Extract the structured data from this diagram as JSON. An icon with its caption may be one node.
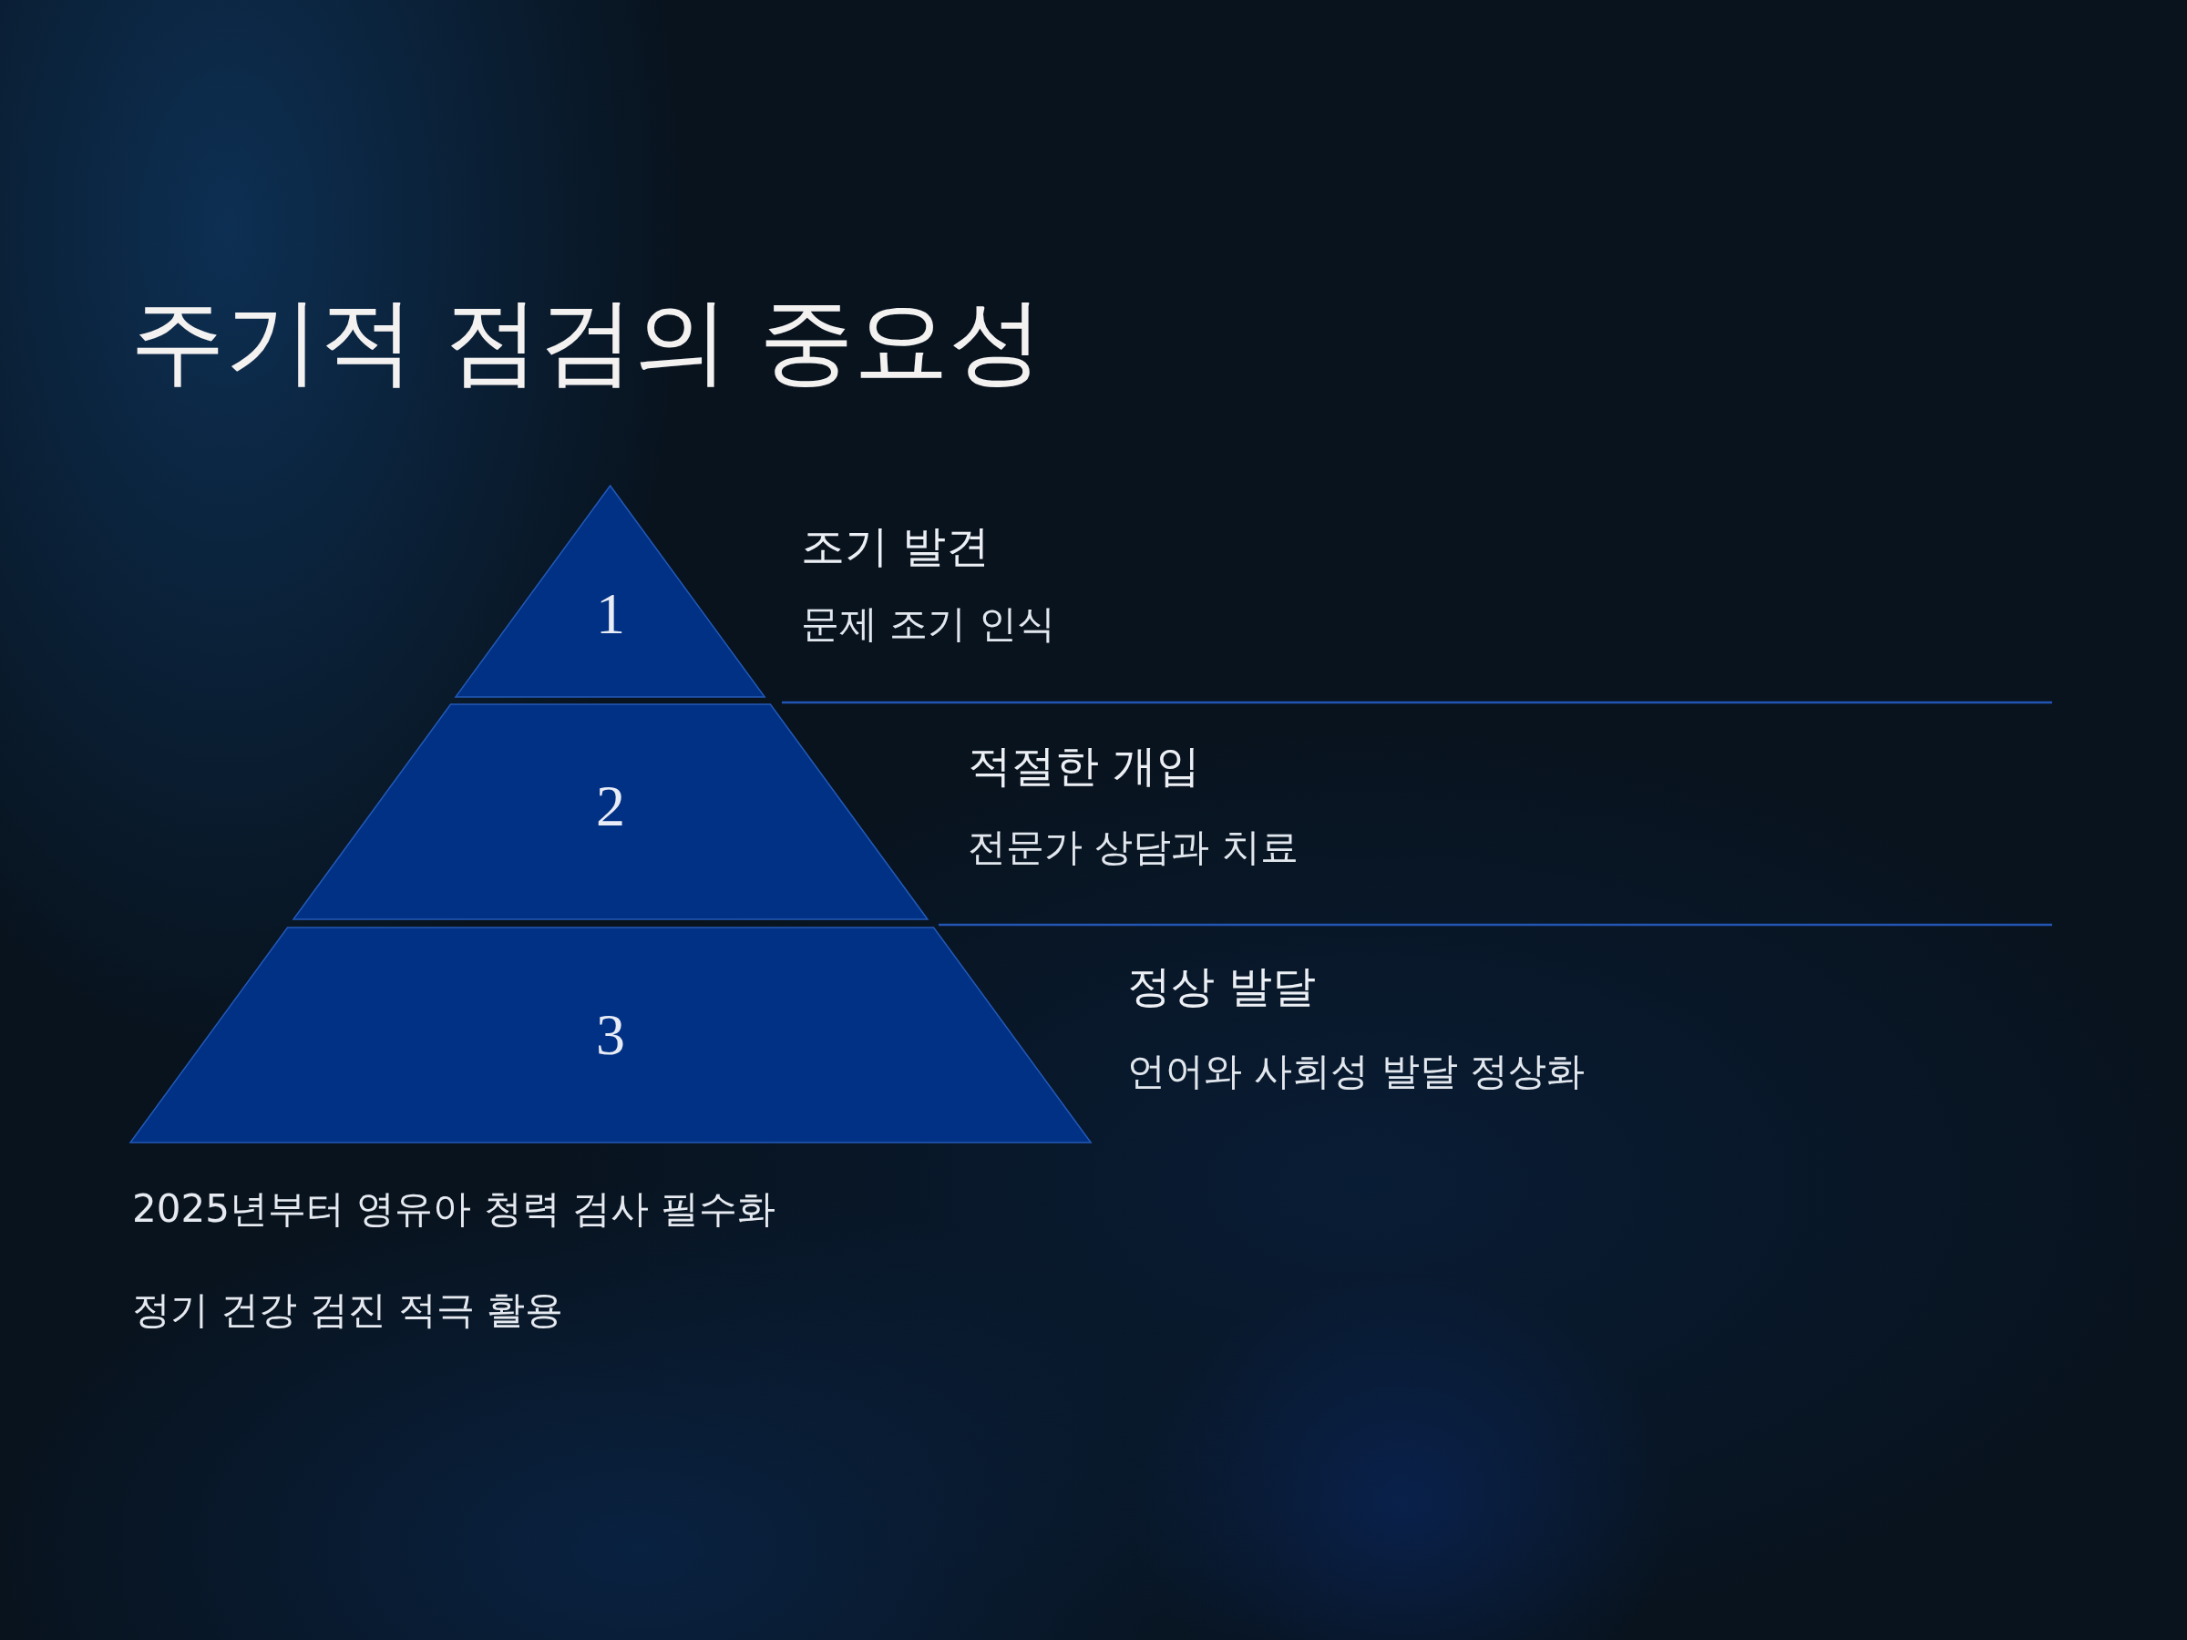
{
  "diagram": {
    "title": "주기적 점검의 중요성",
    "nodes": [
      {
        "text": [
          "1"
        ],
        "beside": [
          "조기 발견",
          "문제 조기 인식"
        ]
      },
      {
        "text": [
          "2"
        ],
        "beside": [
          "적절한 개입",
          "전문가 상담과 치료"
        ]
      },
      {
        "text": [
          "3"
        ],
        "beside": [
          "정상 발달",
          "언어와 사회성 발달 정상화"
        ]
      }
    ],
    "edges": [],
    "labels": [
      "2025년부터 영유아 청력 검사 필수화",
      "정기 건강 검진 적극 활용"
    ]
  }
}
